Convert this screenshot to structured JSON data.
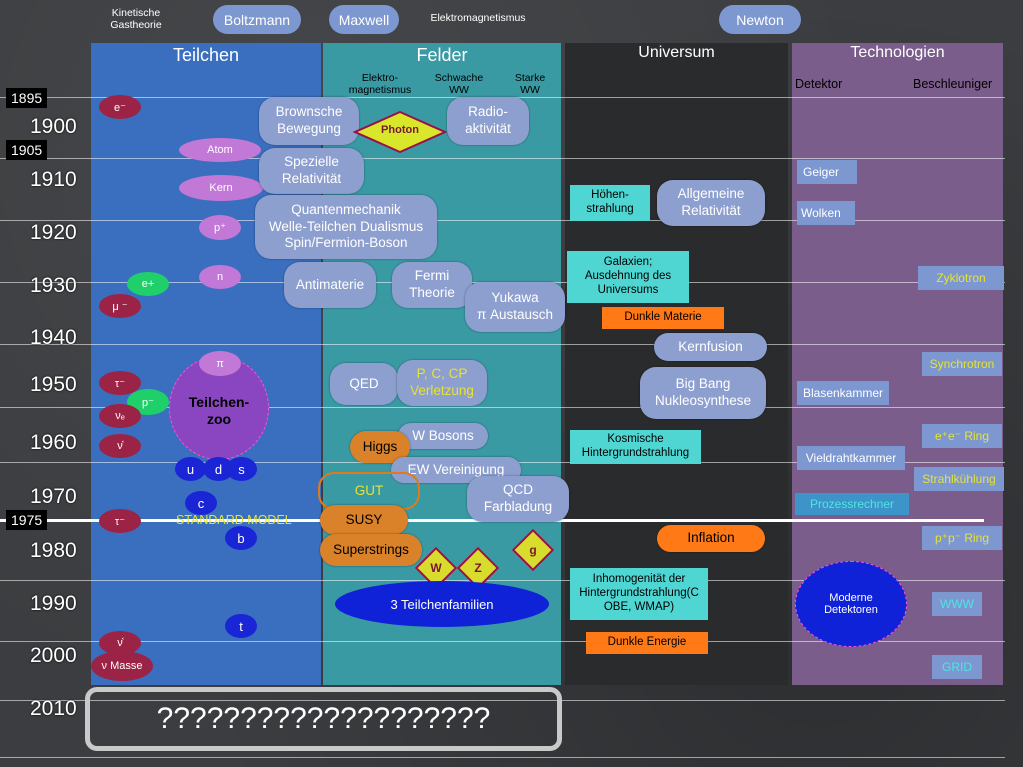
{
  "top": {
    "kinetische": "Kinetische Gastheorie",
    "boltzmann": "Boltzmann",
    "maxwell": "Maxwell",
    "elektromag": "Elektromagnetismus",
    "newton": "Newton"
  },
  "columns": {
    "teilchen": "Teilchen",
    "felder": "Felder",
    "universum": "Universum",
    "technologien": "Technologien"
  },
  "felder_sub": {
    "elektro": "Elektro-\nmagnetismus",
    "schwache": "Schwache\nWW",
    "starke": "Starke\nWW"
  },
  "tech_sub": {
    "detektor": "Detektor",
    "beschleuniger": "Beschleuniger"
  },
  "years": [
    "1900",
    "1910",
    "1920",
    "1930",
    "1940",
    "1950",
    "1960",
    "1970",
    "1980",
    "1990",
    "2000",
    "2010"
  ],
  "year_boxes": {
    "y1895": "1895",
    "y1905": "1905",
    "y1975": "1975"
  },
  "teilchen": {
    "e_minus": "e⁻",
    "atom": "Atom",
    "kern": "Kern",
    "p_plus": "p⁺",
    "n": "n",
    "e_plus": "e+",
    "mu_minus": "μ ⁻",
    "pi": "π",
    "tau_minus": "τ⁻",
    "p_minus": "p⁻",
    "nu_e": "νₑ",
    "nu_mu": "ν᷾",
    "teilchenzoo": "Teilchen-\nzoo",
    "u": "u",
    "d": "d",
    "s": "s",
    "c": "c",
    "tau_1975": "τ⁻",
    "standard_model": "STANDARD MODEL",
    "b": "b",
    "t": "t",
    "nu_tau": "ν᷾",
    "nu_masse": "ν Masse"
  },
  "felder": {
    "brownsche": "Brownsche\nBewegung",
    "photon": "Photon",
    "radio": "Radio-\naktivität",
    "spezielle": "Spezielle\nRelativität",
    "quanten": "Quantenmechanik\nWelle-Teilchen Dualismus\nSpin/Fermion-Boson",
    "antimaterie": "Antimaterie",
    "fermi": "Fermi\nTheorie",
    "yukawa": "Yukawa\nπ Austausch",
    "qed": "QED",
    "pccp": "P, C, CP\nVerletzung",
    "w_bosons": "W Bosons",
    "higgs": "Higgs",
    "ew": "EW Vereinigung",
    "gut": "GUT",
    "qcd": "QCD\nFarbladung",
    "susy": "SUSY",
    "superstrings": "Superstrings",
    "w": "W",
    "z": "Z",
    "g": "g",
    "drei_familien": "3 Teilchenfamilien"
  },
  "universum": {
    "hoehen": "Höhen-\nstrahlung",
    "allg_rel": "Allgemeine\nRelativität",
    "galaxien": "Galaxien;\nAusdehnung des\nUniversums",
    "dunkle_materie": "Dunkle Materie",
    "kernfusion": "Kernfusion",
    "big_bang": "Big Bang\nNukleosynthese",
    "kosmische": "Kosmische\nHintergrundstrahlung",
    "inflation": "Inflation",
    "inhomo": "Inhomogenität der\nHintergrundstrahlung(C\nOBE, WMAP)",
    "dunkle_energie": "Dunkle Energie"
  },
  "technologien": {
    "geiger": "Geiger",
    "wolken": "Wolken",
    "zyklotron": "Zyklotron",
    "synchrotron": "Synchrotron",
    "blasenkammer": "Blasenkammer",
    "ee_ring": "e⁺e⁻ Ring",
    "vieldraht": "Vieldrahtkammer",
    "strahl": "Strahlkühlung",
    "prozess": "Prozessrechner",
    "pp_ring": "p⁺p⁻ Ring",
    "moderne": "Moderne\nDetektoren",
    "www": "WWW",
    "grid": "GRID"
  },
  "question": "????????????????????",
  "colors": {
    "teilchen": "#3a6fc0",
    "felder": "#3a9aa4",
    "universum": "#2a2b2d",
    "technologien": "#7a5d8a",
    "pill": "#8d9fcf",
    "cyan_box": "#4fd6d2",
    "orange": "#ff7a16",
    "maroon": "#9b2345",
    "blue_dot": "#1a25d6"
  }
}
